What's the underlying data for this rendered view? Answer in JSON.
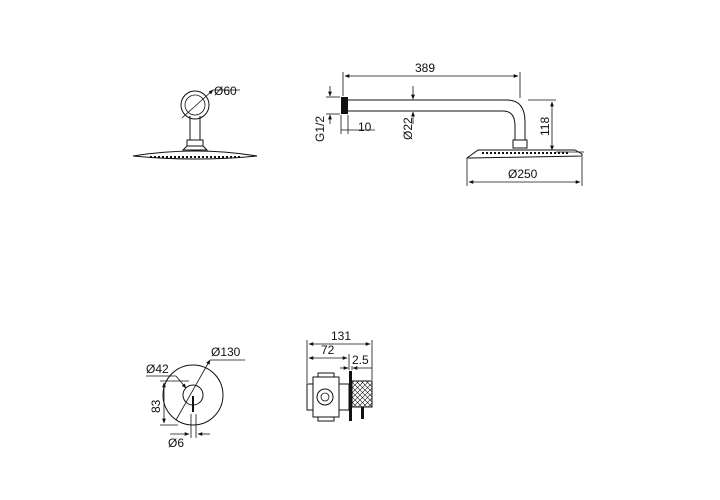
{
  "shower_head_front": {
    "flange_diameter": "Ø60"
  },
  "shower_head_side": {
    "arm_length": "389",
    "thread": "G1/2",
    "wall_offset": "10",
    "arm_diameter": "Ø22",
    "drop_height": "118",
    "head_diameter": "Ø250"
  },
  "valve_front": {
    "handle_diameter": "Ø42",
    "plate_diameter": "Ø130",
    "height": "83",
    "pin_diameter": "Ø6"
  },
  "valve_side": {
    "total_depth": "131",
    "body_depth": "72",
    "plate_thickness": "2.5"
  }
}
